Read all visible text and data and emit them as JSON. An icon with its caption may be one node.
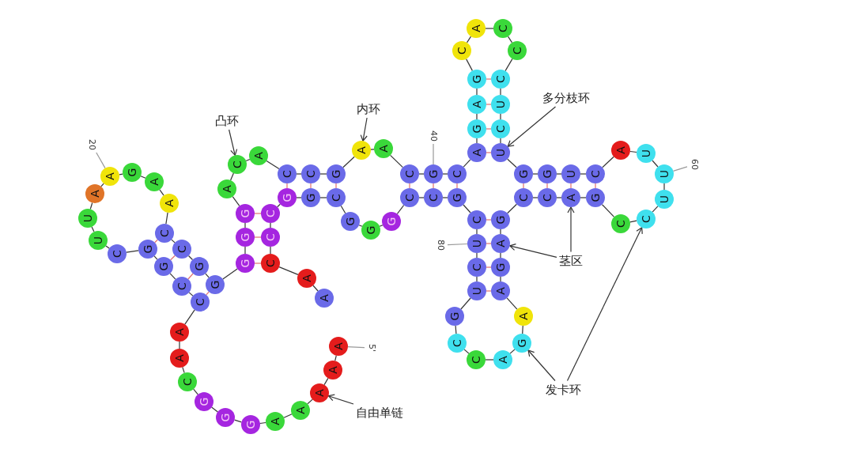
{
  "diagram": {
    "nodes": [
      {
        "text": [
          "A"
        ]
      },
      {
        "text": [
          "A"
        ]
      },
      {
        "text": [
          "A"
        ]
      },
      {
        "text": [
          "A"
        ]
      },
      {
        "text": [
          "A"
        ]
      },
      {
        "text": [
          "G"
        ]
      },
      {
        "text": [
          "G"
        ]
      },
      {
        "text": [
          "G"
        ]
      },
      {
        "text": [
          "C"
        ]
      },
      {
        "text": [
          "A"
        ]
      },
      {
        "text": [
          "A"
        ]
      },
      {
        "text": [
          "C"
        ]
      },
      {
        "text": [
          "C"
        ]
      },
      {
        "text": [
          "G"
        ]
      },
      {
        "text": [
          "G"
        ]
      },
      {
        "text": [
          "C"
        ]
      },
      {
        "text": [
          "U"
        ]
      },
      {
        "text": [
          "U"
        ]
      },
      {
        "text": [
          "A"
        ]
      },
      {
        "text": [
          "A"
        ]
      },
      {
        "text": [
          "G"
        ]
      },
      {
        "text": [
          "A"
        ]
      },
      {
        "text": [
          "A"
        ]
      },
      {
        "text": [
          "C"
        ]
      },
      {
        "text": [
          "C"
        ]
      },
      {
        "text": [
          "G"
        ]
      },
      {
        "text": [
          "G"
        ]
      },
      {
        "text": [
          "G"
        ]
      },
      {
        "text": [
          "G"
        ]
      },
      {
        "text": [
          "G"
        ]
      },
      {
        "text": [
          "A"
        ]
      },
      {
        "text": [
          "C"
        ]
      },
      {
        "text": [
          "A"
        ]
      },
      {
        "text": [
          "C"
        ]
      },
      {
        "text": [
          "C"
        ]
      },
      {
        "text": [
          "G"
        ]
      },
      {
        "text": [
          "A"
        ]
      },
      {
        "text": [
          "A"
        ]
      },
      {
        "text": [
          "C"
        ]
      },
      {
        "text": [
          "G"
        ]
      },
      {
        "text": [
          "C"
        ]
      },
      {
        "text": [
          "A"
        ]
      },
      {
        "text": [
          "G"
        ]
      },
      {
        "text": [
          "A"
        ]
      },
      {
        "text": [
          "G"
        ]
      },
      {
        "text": [
          "C"
        ]
      },
      {
        "text": [
          "A"
        ]
      },
      {
        "text": [
          "C"
        ]
      },
      {
        "text": [
          "C"
        ]
      },
      {
        "text": [
          "C"
        ]
      },
      {
        "text": [
          "U"
        ]
      },
      {
        "text": [
          "C"
        ]
      },
      {
        "text": [
          "U"
        ]
      },
      {
        "text": [
          "G"
        ]
      },
      {
        "text": [
          "G"
        ]
      },
      {
        "text": [
          "U"
        ]
      },
      {
        "text": [
          "C"
        ]
      },
      {
        "text": [
          "A"
        ]
      },
      {
        "text": [
          "U"
        ]
      },
      {
        "text": [
          "U"
        ]
      },
      {
        "text": [
          "U"
        ]
      },
      {
        "text": [
          "C"
        ]
      },
      {
        "text": [
          "C"
        ]
      },
      {
        "text": [
          "G"
        ]
      },
      {
        "text": [
          "A"
        ]
      },
      {
        "text": [
          "C"
        ]
      },
      {
        "text": [
          "C"
        ]
      },
      {
        "text": [
          "G"
        ]
      },
      {
        "text": [
          "A"
        ]
      },
      {
        "text": [
          "G"
        ]
      },
      {
        "text": [
          "A"
        ]
      },
      {
        "text": [
          "A"
        ]
      },
      {
        "text": [
          "G"
        ]
      },
      {
        "text": [
          "A"
        ]
      },
      {
        "text": [
          "C"
        ]
      },
      {
        "text": [
          "C"
        ]
      },
      {
        "text": [
          "G"
        ]
      },
      {
        "text": [
          "U"
        ]
      },
      {
        "text": [
          "C"
        ]
      },
      {
        "text": [
          "U"
        ]
      },
      {
        "text": [
          "C"
        ]
      },
      {
        "text": [
          "G"
        ]
      },
      {
        "text": [
          "C"
        ]
      },
      {
        "text": [
          "C"
        ]
      },
      {
        "text": [
          "G"
        ]
      },
      {
        "text": [
          "G"
        ]
      },
      {
        "text": [
          "G"
        ]
      },
      {
        "text": [
          "C"
        ]
      },
      {
        "text": [
          "G"
        ]
      },
      {
        "text": [
          "G"
        ]
      },
      {
        "text": [
          "C"
        ]
      },
      {
        "text": [
          "C"
        ]
      },
      {
        "text": [
          "C"
        ]
      },
      {
        "text": [
          "A"
        ]
      },
      {
        "text": [
          "A"
        ]
      },
      {
        "text": [
          "5'"
        ]
      },
      {
        "text": [
          "20"
        ]
      },
      {
        "text": [
          "40"
        ]
      },
      {
        "text": [
          "60"
        ]
      },
      {
        "text": [
          "80"
        ]
      },
      {
        "text": [
          "凸环"
        ]
      },
      {
        "text": [
          "内环"
        ]
      },
      {
        "text": [
          "多分枝环"
        ]
      },
      {
        "text": [
          "茎区"
        ]
      },
      {
        "text": [
          "发卡环"
        ]
      },
      {
        "text": [
          "自由单链"
        ]
      }
    ],
    "edges": [
      {
        "from": 0,
        "to": 1,
        "arrow": "none"
      },
      {
        "from": 1,
        "to": 2,
        "arrow": "none"
      },
      {
        "from": 2,
        "to": 3,
        "arrow": "none"
      },
      {
        "from": 3,
        "to": 4,
        "arrow": "none"
      },
      {
        "from": 4,
        "to": 5,
        "arrow": "none"
      },
      {
        "from": 5,
        "to": 6,
        "arrow": "none"
      },
      {
        "from": 6,
        "to": 7,
        "arrow": "none"
      },
      {
        "from": 7,
        "to": 8,
        "arrow": "none"
      },
      {
        "from": 8,
        "to": 9,
        "arrow": "none"
      },
      {
        "from": 9,
        "to": 10,
        "arrow": "none"
      },
      {
        "from": 10,
        "to": 11,
        "arrow": "none"
      },
      {
        "from": 11,
        "to": 12,
        "arrow": "none"
      },
      {
        "from": 12,
        "to": 13,
        "arrow": "none"
      },
      {
        "from": 13,
        "to": 14,
        "arrow": "none"
      },
      {
        "from": 14,
        "to": 15,
        "arrow": "none"
      },
      {
        "from": 15,
        "to": 16,
        "arrow": "none"
      },
      {
        "from": 16,
        "to": 17,
        "arrow": "none"
      },
      {
        "from": 17,
        "to": 18,
        "arrow": "none"
      },
      {
        "from": 18,
        "to": 19,
        "arrow": "none"
      },
      {
        "from": 19,
        "to": 20,
        "arrow": "none"
      },
      {
        "from": 20,
        "to": 21,
        "arrow": "none"
      },
      {
        "from": 21,
        "to": 22,
        "arrow": "none"
      },
      {
        "from": 22,
        "to": 23,
        "arrow": "none"
      },
      {
        "from": 23,
        "to": 24,
        "arrow": "none"
      },
      {
        "from": 24,
        "to": 25,
        "arrow": "none"
      },
      {
        "from": 25,
        "to": 26,
        "arrow": "none"
      },
      {
        "from": 26,
        "to": 27,
        "arrow": "none"
      },
      {
        "from": 27,
        "to": 28,
        "arrow": "none"
      },
      {
        "from": 28,
        "to": 29,
        "arrow": "none"
      },
      {
        "from": 29,
        "to": 30,
        "arrow": "none"
      },
      {
        "from": 30,
        "to": 31,
        "arrow": "none"
      },
      {
        "from": 31,
        "to": 32,
        "arrow": "none"
      },
      {
        "from": 32,
        "to": 33,
        "arrow": "none"
      },
      {
        "from": 33,
        "to": 34,
        "arrow": "none"
      },
      {
        "from": 34,
        "to": 35,
        "arrow": "none"
      },
      {
        "from": 35,
        "to": 36,
        "arrow": "none"
      },
      {
        "from": 36,
        "to": 37,
        "arrow": "none"
      },
      {
        "from": 37,
        "to": 38,
        "arrow": "none"
      },
      {
        "from": 38,
        "to": 39,
        "arrow": "none"
      },
      {
        "from": 39,
        "to": 40,
        "arrow": "none"
      },
      {
        "from": 40,
        "to": 41,
        "arrow": "none"
      },
      {
        "from": 41,
        "to": 42,
        "arrow": "none"
      },
      {
        "from": 42,
        "to": 43,
        "arrow": "none"
      },
      {
        "from": 43,
        "to": 44,
        "arrow": "none"
      },
      {
        "from": 44,
        "to": 45,
        "arrow": "none"
      },
      {
        "from": 45,
        "to": 46,
        "arrow": "none"
      },
      {
        "from": 46,
        "to": 47,
        "arrow": "none"
      },
      {
        "from": 47,
        "to": 48,
        "arrow": "none"
      },
      {
        "from": 48,
        "to": 49,
        "arrow": "none"
      },
      {
        "from": 49,
        "to": 50,
        "arrow": "none"
      },
      {
        "from": 50,
        "to": 51,
        "arrow": "none"
      },
      {
        "from": 51,
        "to": 52,
        "arrow": "none"
      },
      {
        "from": 52,
        "to": 53,
        "arrow": "none"
      },
      {
        "from": 53,
        "to": 54,
        "arrow": "none"
      },
      {
        "from": 54,
        "to": 55,
        "arrow": "none"
      },
      {
        "from": 55,
        "to": 56,
        "arrow": "none"
      },
      {
        "from": 56,
        "to": 57,
        "arrow": "none"
      },
      {
        "from": 57,
        "to": 58,
        "arrow": "none"
      },
      {
        "from": 58,
        "to": 59,
        "arrow": "none"
      },
      {
        "from": 59,
        "to": 60,
        "arrow": "none"
      },
      {
        "from": 60,
        "to": 61,
        "arrow": "none"
      },
      {
        "from": 61,
        "to": 62,
        "arrow": "none"
      },
      {
        "from": 62,
        "to": 63,
        "arrow": "none"
      },
      {
        "from": 63,
        "to": 64,
        "arrow": "none"
      },
      {
        "from": 64,
        "to": 65,
        "arrow": "none"
      },
      {
        "from": 65,
        "to": 66,
        "arrow": "none"
      },
      {
        "from": 66,
        "to": 67,
        "arrow": "none"
      },
      {
        "from": 67,
        "to": 68,
        "arrow": "none"
      },
      {
        "from": 68,
        "to": 69,
        "arrow": "none"
      },
      {
        "from": 69,
        "to": 70,
        "arrow": "none"
      },
      {
        "from": 70,
        "to": 71,
        "arrow": "none"
      },
      {
        "from": 71,
        "to": 72,
        "arrow": "none"
      },
      {
        "from": 72,
        "to": 73,
        "arrow": "none"
      },
      {
        "from": 73,
        "to": 74,
        "arrow": "none"
      },
      {
        "from": 74,
        "to": 75,
        "arrow": "none"
      },
      {
        "from": 75,
        "to": 76,
        "arrow": "none"
      },
      {
        "from": 76,
        "to": 77,
        "arrow": "none"
      },
      {
        "from": 77,
        "to": 78,
        "arrow": "none"
      },
      {
        "from": 78,
        "to": 79,
        "arrow": "none"
      },
      {
        "from": 79,
        "to": 80,
        "arrow": "none"
      },
      {
        "from": 80,
        "to": 81,
        "arrow": "none"
      },
      {
        "from": 81,
        "to": 82,
        "arrow": "none"
      },
      {
        "from": 82,
        "to": 83,
        "arrow": "none"
      },
      {
        "from": 83,
        "to": 84,
        "arrow": "none"
      },
      {
        "from": 84,
        "to": 85,
        "arrow": "none"
      },
      {
        "from": 85,
        "to": 86,
        "arrow": "none"
      },
      {
        "from": 86,
        "to": 87,
        "arrow": "none"
      },
      {
        "from": 87,
        "to": 88,
        "arrow": "none"
      },
      {
        "from": 88,
        "to": 89,
        "arrow": "none"
      },
      {
        "from": 89,
        "to": 90,
        "arrow": "none"
      },
      {
        "from": 90,
        "to": 91,
        "arrow": "none"
      },
      {
        "from": 91,
        "to": 92,
        "arrow": "none"
      },
      {
        "from": 92,
        "to": 93,
        "arrow": "none"
      },
      {
        "from": 93,
        "to": 94,
        "arrow": "none"
      },
      {
        "from": 11,
        "to": 26,
        "arrow": "none",
        "color": "#e07070"
      },
      {
        "from": 12,
        "to": 25,
        "arrow": "none",
        "color": "#e07070"
      },
      {
        "from": 13,
        "to": 24,
        "arrow": "none",
        "color": "#e07070"
      },
      {
        "from": 14,
        "to": 23,
        "arrow": "none",
        "color": "#e07070"
      },
      {
        "from": 27,
        "to": 92,
        "arrow": "none",
        "color": "#e07070"
      },
      {
        "from": 28,
        "to": 91,
        "arrow": "none",
        "color": "#e07070"
      },
      {
        "from": 29,
        "to": 90,
        "arrow": "none",
        "color": "#e07070"
      },
      {
        "from": 33,
        "to": 89,
        "arrow": "none",
        "color": "#e07070"
      },
      {
        "from": 34,
        "to": 88,
        "arrow": "none",
        "color": "#e07070"
      },
      {
        "from": 35,
        "to": 87,
        "arrow": "none",
        "color": "#e07070"
      },
      {
        "from": 38,
        "to": 83,
        "arrow": "none",
        "color": "#e07070"
      },
      {
        "from": 39,
        "to": 82,
        "arrow": "none",
        "color": "#e07070"
      },
      {
        "from": 40,
        "to": 81,
        "arrow": "none",
        "color": "#e07070"
      },
      {
        "from": 41,
        "to": 52,
        "arrow": "none",
        "color": "#e07070"
      },
      {
        "from": 42,
        "to": 51,
        "arrow": "none",
        "color": "#e07070"
      },
      {
        "from": 43,
        "to": 50,
        "arrow": "none",
        "color": "#e07070"
      },
      {
        "from": 44,
        "to": 49,
        "arrow": "none",
        "color": "#e07070"
      },
      {
        "from": 53,
        "to": 66,
        "arrow": "none",
        "color": "#e07070"
      },
      {
        "from": 54,
        "to": 65,
        "arrow": "none",
        "color": "#e07070"
      },
      {
        "from": 55,
        "to": 64,
        "arrow": "none",
        "color": "#e07070"
      },
      {
        "from": 56,
        "to": 63,
        "arrow": "none",
        "color": "#e07070"
      },
      {
        "from": 67,
        "to": 80,
        "arrow": "none",
        "color": "#e07070"
      },
      {
        "from": 68,
        "to": 79,
        "arrow": "none",
        "color": "#e07070"
      },
      {
        "from": 69,
        "to": 78,
        "arrow": "none",
        "color": "#e07070"
      },
      {
        "from": 70,
        "to": 77,
        "arrow": "none",
        "color": "#e07070"
      },
      {
        "from": 95,
        "to": 0,
        "arrow": "none",
        "color": "#999999"
      },
      {
        "from": 96,
        "to": 19,
        "arrow": "none",
        "color": "#999999"
      },
      {
        "from": 97,
        "to": 39,
        "arrow": "none",
        "color": "#999999"
      },
      {
        "from": 98,
        "to": 59,
        "arrow": "none",
        "color": "#999999"
      },
      {
        "from": 99,
        "to": 79,
        "arrow": "none",
        "color": "#999999"
      },
      {
        "from": 100,
        "to": 31,
        "arrow": "to"
      },
      {
        "from": 101,
        "to": 36,
        "arrow": "to"
      },
      {
        "from": 102,
        "to": 52,
        "arrow": "to"
      },
      {
        "from": 103,
        "to": 64,
        "arrow": "to"
      },
      {
        "from": 103,
        "to": 68,
        "arrow": "to"
      },
      {
        "from": 104,
        "to": 72,
        "arrow": "to"
      },
      {
        "from": 104,
        "to": 61,
        "arrow": "to"
      },
      {
        "from": 105,
        "to": 2,
        "arrow": "to"
      }
    ]
  }
}
